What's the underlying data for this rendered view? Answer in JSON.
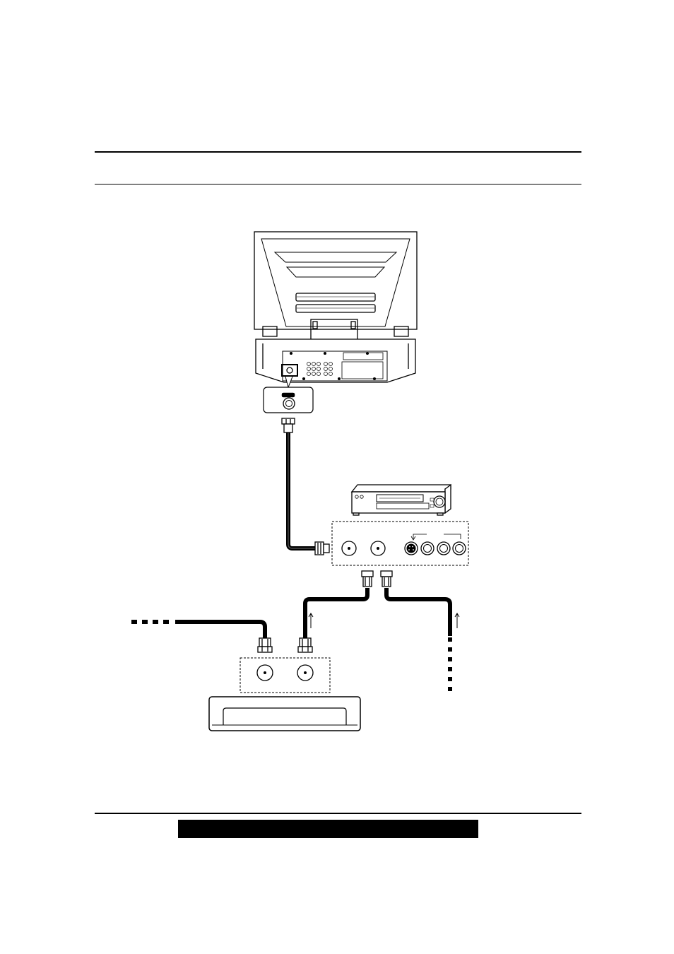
{
  "page": {
    "background": "#ffffff",
    "ink": "#000000"
  },
  "diagram": {
    "components": [
      {
        "id": "tv",
        "kind": "projection-tv-rear"
      },
      {
        "id": "vcr",
        "kind": "vcr"
      },
      {
        "id": "cable-box",
        "kind": "cable-box"
      }
    ],
    "connections": [
      {
        "from": "tv-antenna-input",
        "to": "vcr-rf-out"
      },
      {
        "from": "vcr-rf-in",
        "to": "cable-box-out"
      },
      {
        "from": "cable-box-in",
        "to": "incoming-cable"
      },
      {
        "from": "vcr-audio-video",
        "to": "external"
      }
    ]
  }
}
